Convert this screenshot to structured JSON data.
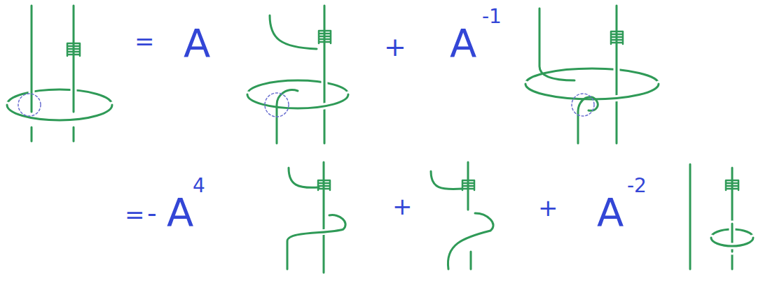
{
  "diagram": {
    "labels": [
      "=",
      "A",
      "+",
      "A",
      "-1",
      "=",
      "-",
      "A",
      "4",
      "+",
      "+",
      "A",
      "-2"
    ]
  }
}
